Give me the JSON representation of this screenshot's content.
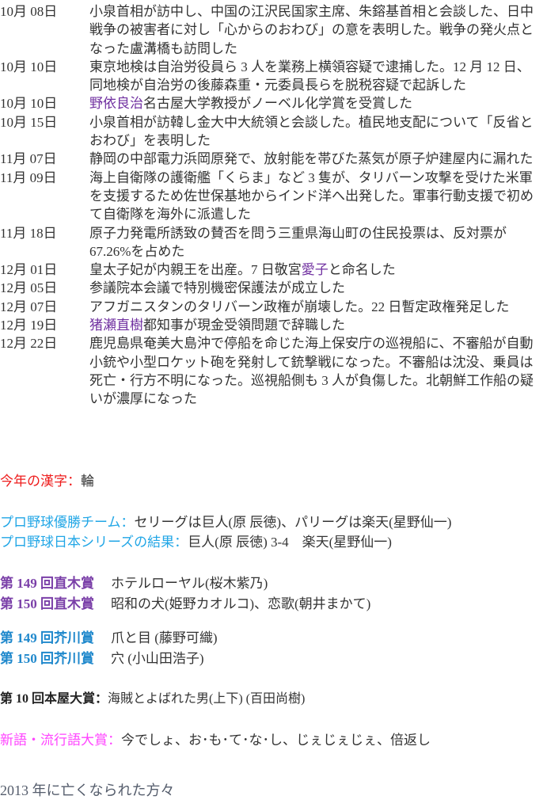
{
  "timeline": [
    {
      "date": "10月 08日",
      "lines": [
        "小泉首相が訪中し、中国の江沢民国家主席、朱鎔基首相と会談した、日中",
        "戦争の被害者に対し「心からのおわび」の意を表明した。戦争の発火点と",
        "なった盧溝橋も訪問した"
      ]
    },
    {
      "date": "10月 10日",
      "lines": [
        "東京地検は自治労役員ら 3 人を業務上横領容疑で逮捕した。12 月 12 日、",
        "同地検が自治労の後藤森重・元委員長らを脱税容疑で起訴した"
      ]
    },
    {
      "date": "10月 10日",
      "highlight": "野依良治",
      "lines": [
        "野依良治名古屋大学教授がノーベル化学賞を受賞した"
      ]
    },
    {
      "date": "10月 15日",
      "lines": [
        "小泉首相が訪韓し金大中大統領と会談した。植民地支配について「反省と",
        "おわび」を表明した"
      ]
    },
    {
      "date": "11月 07日",
      "lines": [
        "静岡の中部電力浜岡原発で、放射能を帯びた蒸気が原子炉建屋内に漏れた"
      ]
    },
    {
      "date": "11月 09日",
      "lines": [
        "海上自衛隊の護衛艦「くらま」など 3 隻が、タリバーン攻撃を受けた米軍",
        "を支援するため佐世保基地からインド洋へ出発した。軍事行動支援で初め",
        "て自衛隊を海外に派遣した"
      ]
    },
    {
      "date": "11月 18日",
      "lines": [
        "原子力発電所誘致の賛否を問う三重県海山町の住民投票は、反対票が",
        "67.26%を占めた"
      ]
    },
    {
      "date": "12月 01日",
      "highlight": "愛子",
      "lines": [
        "皇太子妃が内親王を出産。7 日敬宮愛子と命名した"
      ]
    },
    {
      "date": "12月 05日",
      "lines": [
        "参議院本会議で特別機密保護法が成立した"
      ]
    },
    {
      "date": "12月 07日",
      "lines": [
        "アフガニスタンのタリバーン政権が崩壊した。22 日暫定政権発足した"
      ]
    },
    {
      "date": "12月 19日",
      "highlight": "猪瀬直樹",
      "lines": [
        "猪瀬直樹都知事が現金受領問題で辞職した"
      ]
    },
    {
      "date": "12月 22日",
      "lines": [
        "鹿児島県奄美大島沖で停船を命じた海上保安庁の巡視船に、不審船が自動",
        "小銃や小型ロケット砲を発射して銃撃戦になった。不審船は沈没、乗員は",
        "死亡・行方不明になった。巡視船側も 3 人が負傷した。北朝鮮工作船の疑",
        "いが濃厚になった"
      ]
    }
  ],
  "kanji": {
    "label": "今年の漢字：",
    "value": "輪"
  },
  "baseball": {
    "winners_label": "プロ野球優勝チーム：",
    "winners": "セリーグは巨人(原 辰徳)、パリーグは楽天(星野仙一)",
    "series_label": "プロ野球日本シリーズの結果：",
    "series": "巨人(原 辰徳) 3-4　楽天(星野仙一)"
  },
  "naoki": [
    {
      "label": "第 149 回直木賞",
      "value": "ホテルローヤル(桜木紫乃)"
    },
    {
      "label": "第 150 回直木賞",
      "value": "昭和の犬(姫野カオルコ)、恋歌(朝井まかて)"
    }
  ],
  "akutagawa": [
    {
      "label": "第 149 回芥川賞",
      "value": "爪と目 (藤野可織)"
    },
    {
      "label": "第 150 回芥川賞",
      "value": "穴 (小山田浩子)"
    }
  ],
  "honya": {
    "label": "第 10 回本屋大賞：",
    "value": "海賊とよばれた男(上下) (百田尚樹)"
  },
  "ryukogo": {
    "label": "新語・流行語大賞：",
    "value": "今でしょ、お･も･て･な･し、じぇじぇじぇ、倍返し"
  },
  "deaths_heading": "2013 年に亡くなられた方々",
  "colors": {
    "highlight": "#7030a0",
    "kanji": "#ee1c1c",
    "baseball": "#21a6e6",
    "naoki": "#7a3fa8",
    "akutagawa": "#1f88cc",
    "ryukogo": "#ff44ff"
  }
}
